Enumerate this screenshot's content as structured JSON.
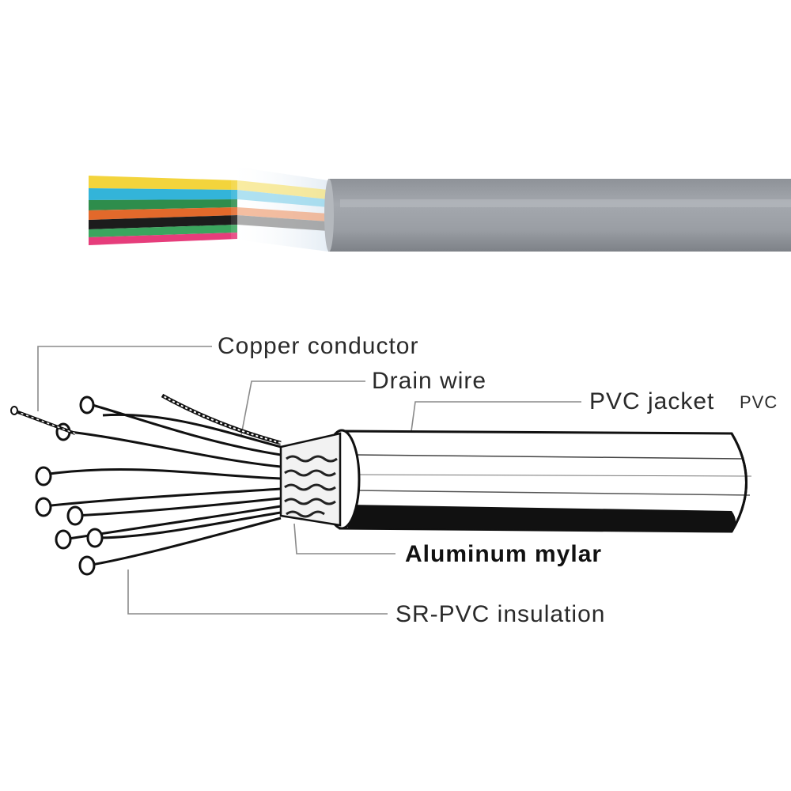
{
  "labels": {
    "copper_conductor": "Copper conductor",
    "drain_wire": "Drain wire",
    "pvc_jacket": "PVC jacket",
    "pvc_jacket_suffix": "PVC",
    "aluminum_mylar": "Aluminum mylar",
    "sr_pvc_insulation": "SR-PVC insulation"
  },
  "colors": {
    "jacket_gray": "#9ea2a8",
    "jacket_highlight": "#b9bdc2",
    "leader_line": "#8a8a8a",
    "wire_colors": [
      "#f5d33a",
      "#38b6d8",
      "#2f8f4e",
      "#e06a2a",
      "#1c1c1c",
      "#3aa860",
      "#e83d7c"
    ]
  },
  "icons": {
    "cable_photo": "multicolor-cable-photo",
    "cable_cutaway": "cable-cutaway-illustration"
  }
}
